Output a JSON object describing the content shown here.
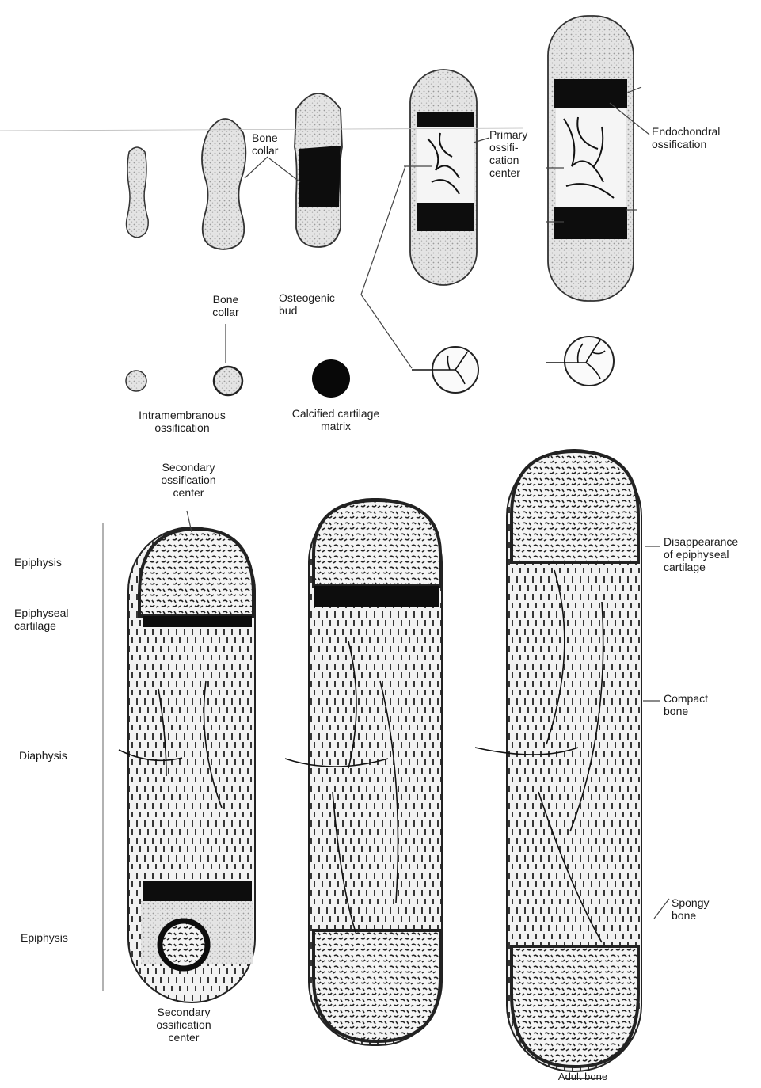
{
  "labels": {
    "bone_collar_top": "Bone\ncollar",
    "primary_center": "Primary\nossifi-\ncation\ncenter",
    "endochondral": "Endochondral\nossification",
    "bone_collar_mid": "Bone\ncollar",
    "osteogenic_bud": "Osteogenic\nbud",
    "intramembranous": "Intramembranous\nossification",
    "calcified_cartilage": "Calcified cartilage\nmatrix",
    "secondary_center_top": "Secondary\nossification\ncenter",
    "epiphysis_top": "Epiphysis",
    "epiphyseal_cartilage": "Epiphyseal\ncartilage",
    "diaphysis": "Diaphysis",
    "epiphysis_bottom": "Epiphysis",
    "secondary_center_bottom": "Secondary\nossification\ncenter",
    "disappearance": "Disappearance\nof epiphyseal\ncartilage",
    "compact_bone": "Compact\nbone",
    "spongy_bone": "Spongy\nbone",
    "adult_bone": "Adult bone"
  }
}
